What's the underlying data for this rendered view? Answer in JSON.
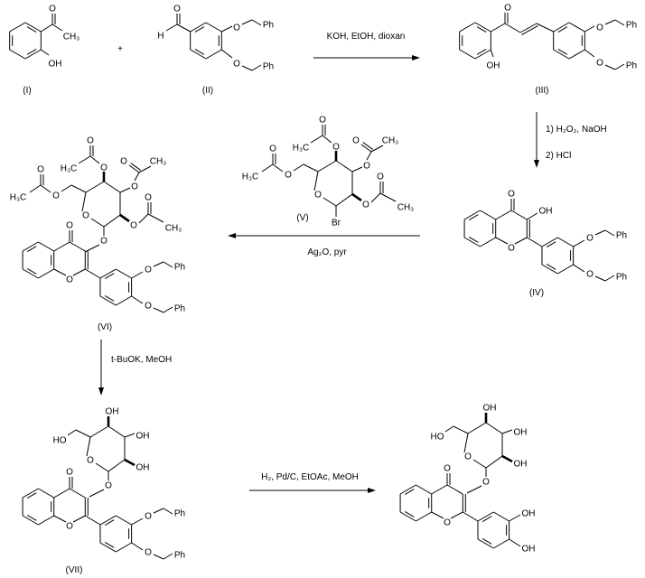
{
  "compounds": {
    "c1": "(I)",
    "c2": "(II)",
    "c3": "(III)",
    "c4": "(IV)",
    "c5": "(V)",
    "c6": "(VI)",
    "c7": "(VII)"
  },
  "plus": "+",
  "reagents": {
    "step1": "KOH, EtOH, dioxan",
    "step2a": "1) H₂O₂, NaOH",
    "step2b": "2) HCl",
    "step3": "Ag₂O, pyr",
    "step4": "t-BuOK, MeOH",
    "step5": "H₂, Pd/C, EtOAc, MeOH"
  },
  "atoms": {
    "O": "O",
    "OH": "OH",
    "HO": "HO",
    "H": "H",
    "Ph": "Ph",
    "CH3": "CH₃",
    "H3C": "H₃C",
    "Br": "Br"
  }
}
